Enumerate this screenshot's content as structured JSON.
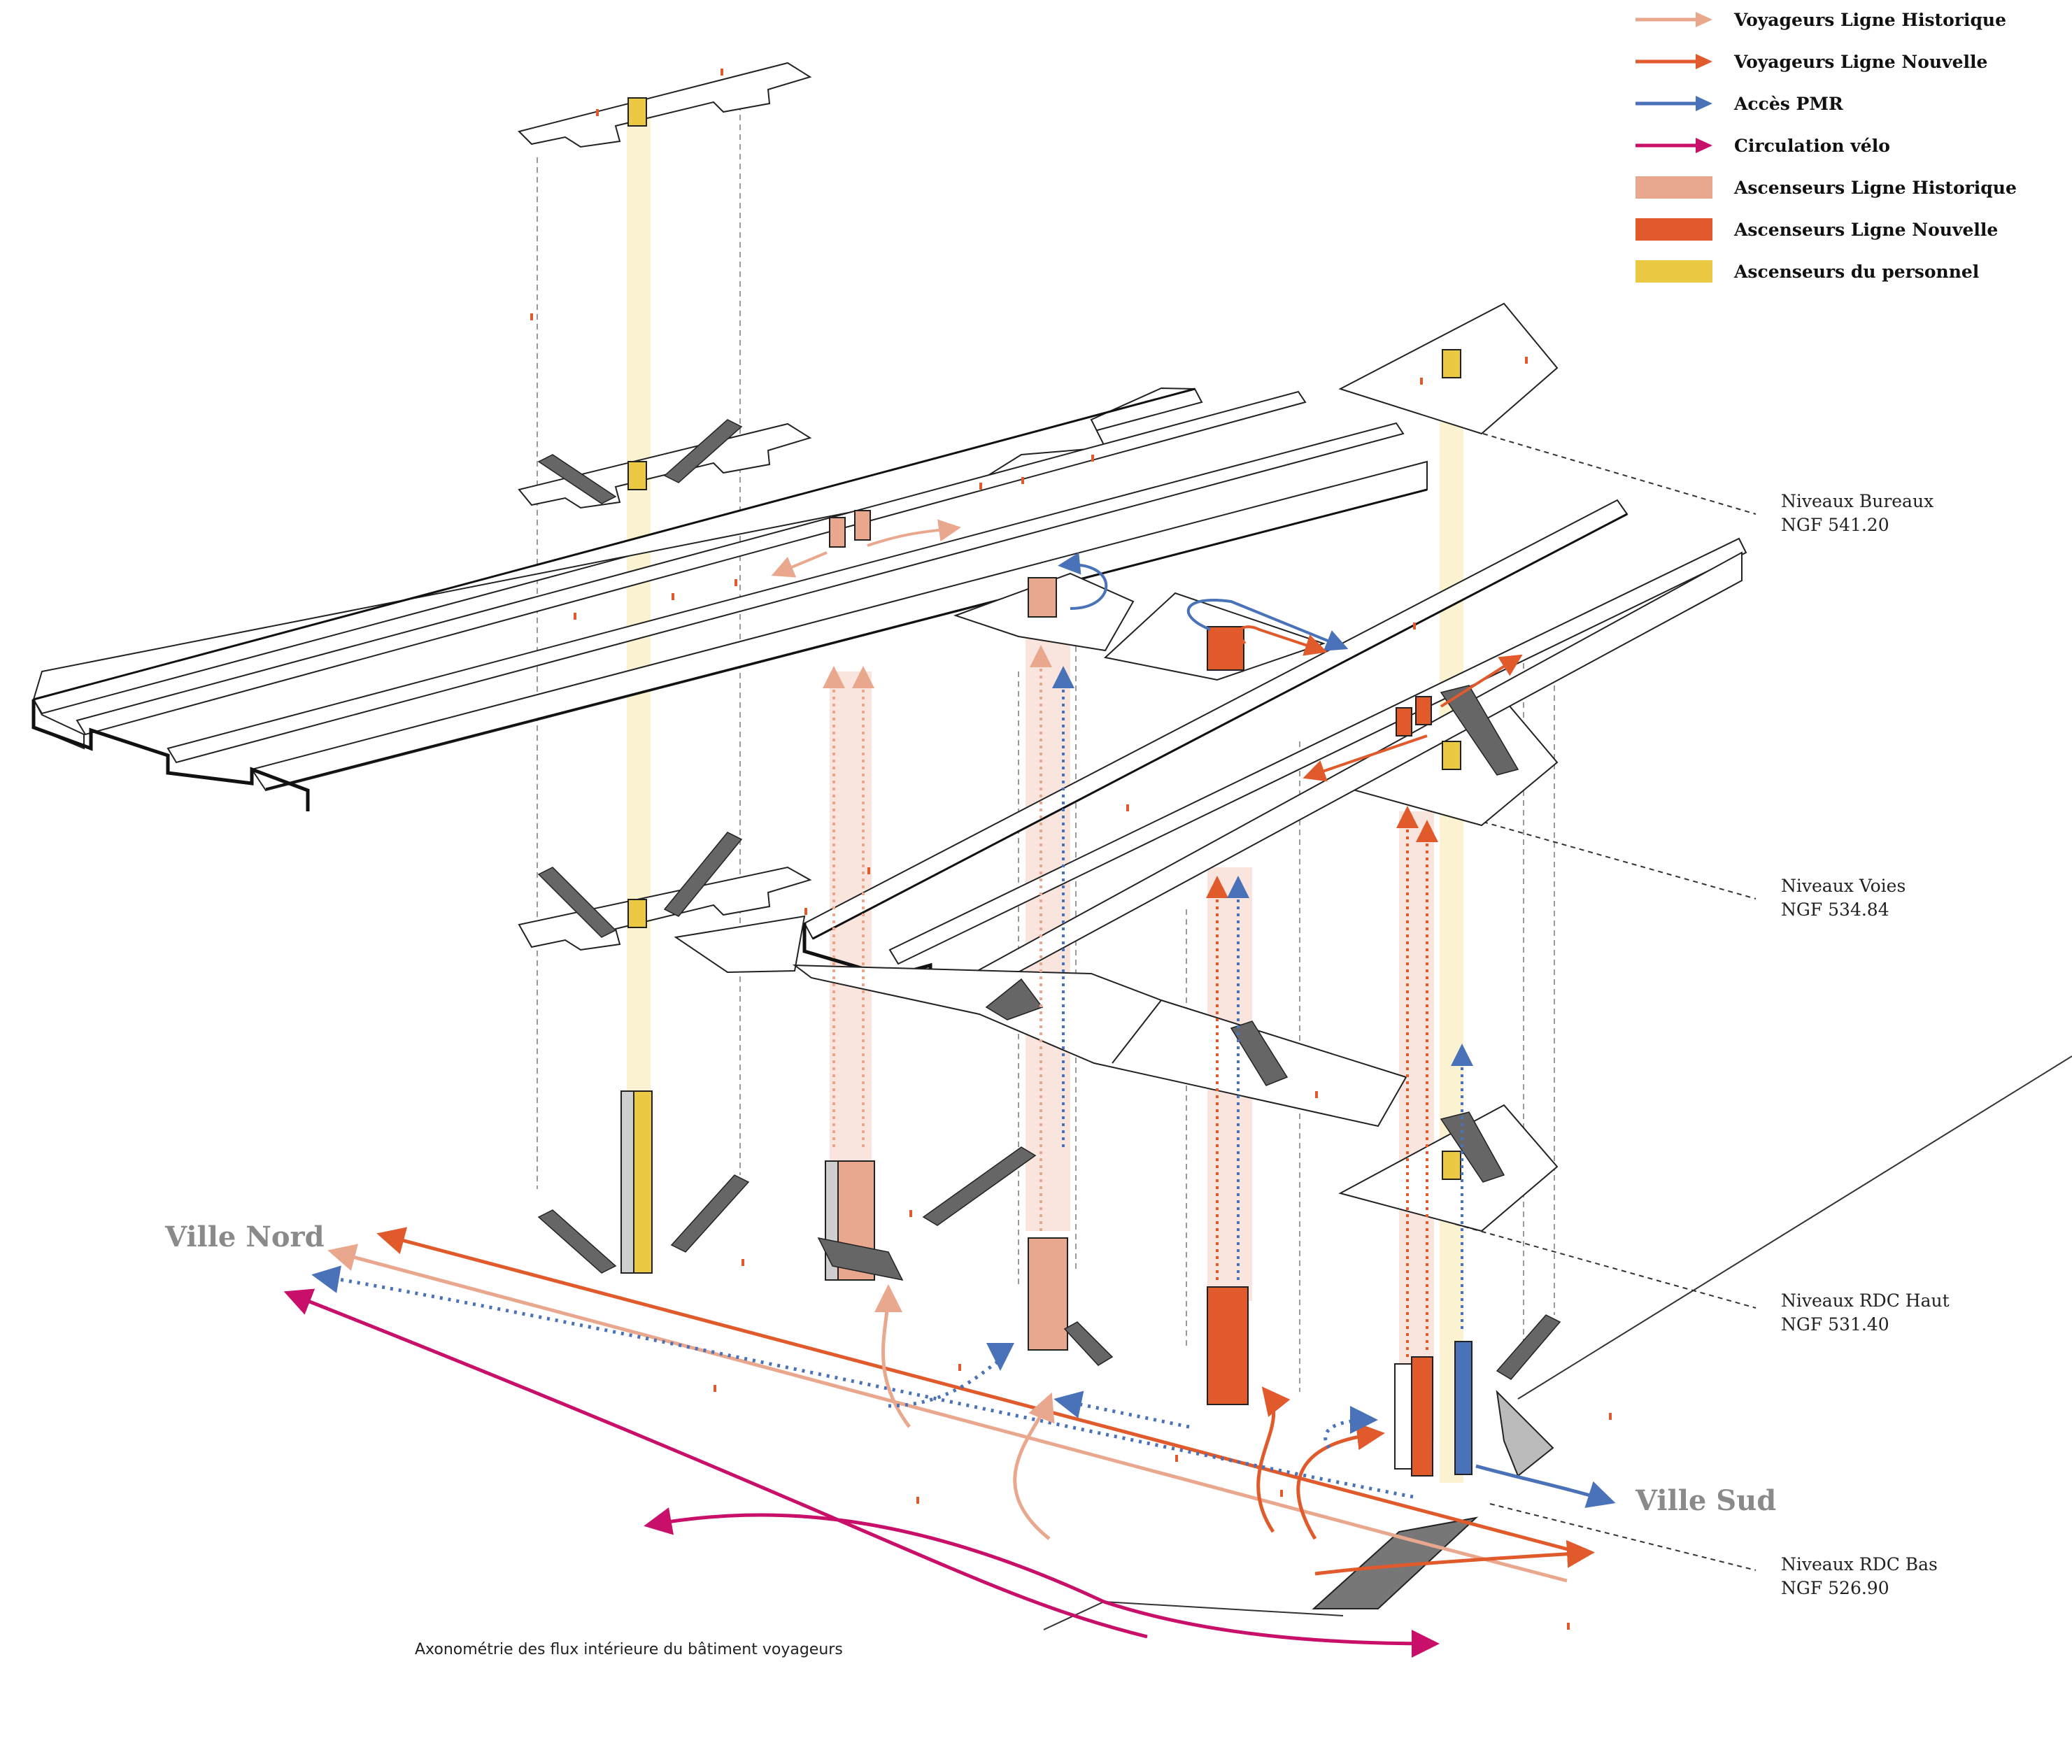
{
  "legend": {
    "items": [
      {
        "kind": "arrow",
        "color": "#e9a88e",
        "label": "Voyageurs Ligne Historique"
      },
      {
        "kind": "arrow",
        "color": "#e05a2b",
        "label": "Voyageurs Ligne Nouvelle"
      },
      {
        "kind": "arrow",
        "color": "#4a72b8",
        "label": "Accès PMR"
      },
      {
        "kind": "arrow",
        "color": "#c8106a",
        "label": "Circulation vélo"
      },
      {
        "kind": "box",
        "color": "#e9a88e",
        "label": "Ascenseurs Ligne Historique"
      },
      {
        "kind": "box",
        "color": "#e05a2b",
        "label": "Ascenseurs Ligne Nouvelle"
      },
      {
        "kind": "box",
        "color": "#ecc942",
        "label": "Ascenseurs du personnel"
      }
    ]
  },
  "levels": [
    {
      "name": "Niveaux  Bureaux",
      "ngf": "NGF  541.20"
    },
    {
      "name": "Niveaux  Voies",
      "ngf": "NGF  534.84"
    },
    {
      "name": "Niveaux  RDC Haut",
      "ngf": "NGF  531.40"
    },
    {
      "name": "Niveaux  RDC Bas",
      "ngf": "NGF  526.90"
    }
  ],
  "cities": {
    "north": "Ville Nord",
    "south": "Ville Sud"
  },
  "caption": "Axonométrie des flux intérieure du bâtiment voyageurs",
  "colors": {
    "historique": "#e9a88e",
    "nouvelle": "#e05a2b",
    "pmr": "#4a72b8",
    "velo": "#c8106a",
    "personnel": "#ecc942",
    "line": "#222222",
    "dashed": "#9a9a9a"
  }
}
